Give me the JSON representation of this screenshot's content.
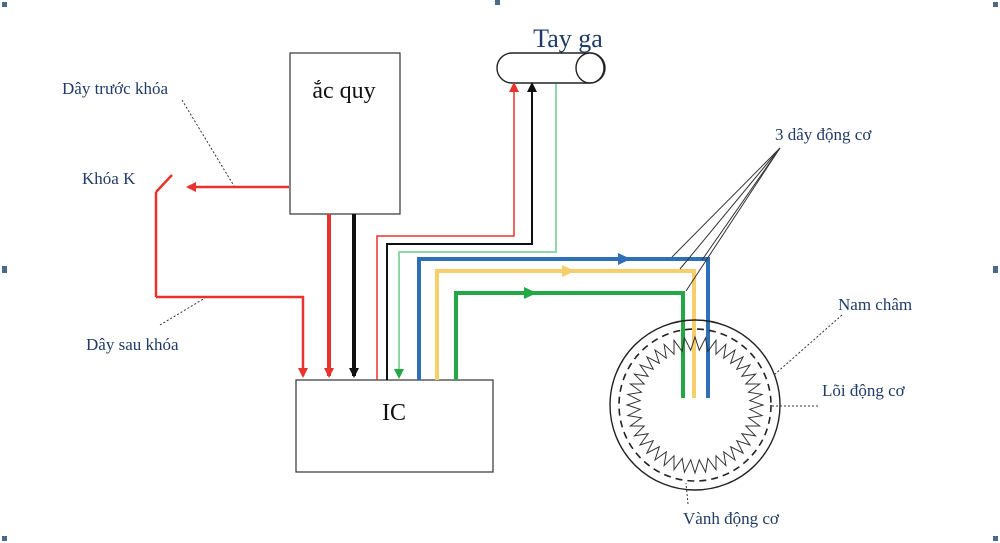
{
  "labels": {
    "battery": "ắc quy",
    "throttle": "Tay ga",
    "ic": "IC",
    "switch": "Khóa K",
    "wire_before_switch": "Dây trước khóa",
    "wire_after_switch": "Dây sau khóa",
    "motor_wires": "3 dây động cơ",
    "magnet": "Nam châm",
    "motor_core": "Lõi động cơ",
    "motor_rim": "Vành động cơ"
  },
  "colors": {
    "red": "#e8322d",
    "black": "#111111",
    "light_green": "#8fd6a8",
    "blue": "#2f6fb8",
    "yellow": "#f7cf6a",
    "green": "#23a845",
    "annotation_text": "#1f3b66",
    "box_stroke": "#333333"
  }
}
